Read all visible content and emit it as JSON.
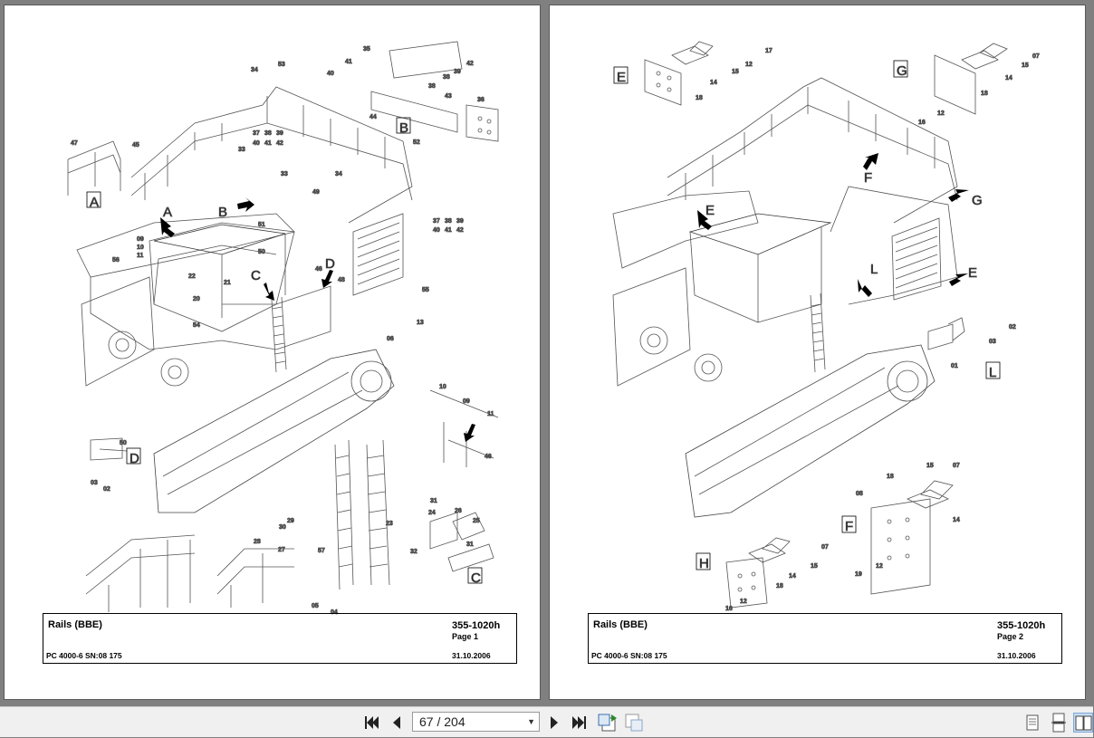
{
  "pages": [
    {
      "title": "Rails (BBE)",
      "doc_number": "355-1020h",
      "page_label": "Page 1",
      "machine": "PC 4000-6 SN:08 175",
      "date": "31.10.2006",
      "view_letters": [
        "A",
        "B",
        "C",
        "D",
        "A",
        "B",
        "C",
        "D"
      ],
      "part_numbers": [
        "34",
        "53",
        "35",
        "41",
        "42",
        "40",
        "38",
        "39",
        "38",
        "43",
        "44",
        "36",
        "47",
        "45",
        "37",
        "38",
        "39",
        "33",
        "40",
        "41",
        "42",
        "52",
        "33",
        "49",
        "34",
        "51",
        "37",
        "38",
        "39",
        "40",
        "41",
        "42",
        "09",
        "10",
        "11",
        "50",
        "56",
        "22",
        "21",
        "20",
        "54",
        "46",
        "48",
        "55",
        "13",
        "06",
        "10",
        "09",
        "11",
        "46",
        "50",
        "03",
        "02",
        "31",
        "24",
        "26",
        "25",
        "32",
        "31",
        "29",
        "30",
        "28",
        "27",
        "23",
        "57",
        "05",
        "04"
      ]
    },
    {
      "title": "Rails (BBE)",
      "doc_number": "355-1020h",
      "page_label": "Page 2",
      "machine": "PC 4000-6 SN:08 175",
      "date": "31.10.2006",
      "view_letters": [
        "E",
        "G",
        "F",
        "G",
        "E",
        "L",
        "E",
        "L",
        "F",
        "H"
      ],
      "part_numbers": [
        "17",
        "12",
        "15",
        "14",
        "18",
        "15",
        "07",
        "14",
        "18",
        "12",
        "16",
        "02",
        "03",
        "01",
        "15",
        "07",
        "18",
        "08",
        "14",
        "07",
        "15",
        "14",
        "18",
        "12",
        "19",
        "12",
        "16"
      ]
    }
  ],
  "toolbar": {
    "page_indicator": "67 / 204"
  }
}
